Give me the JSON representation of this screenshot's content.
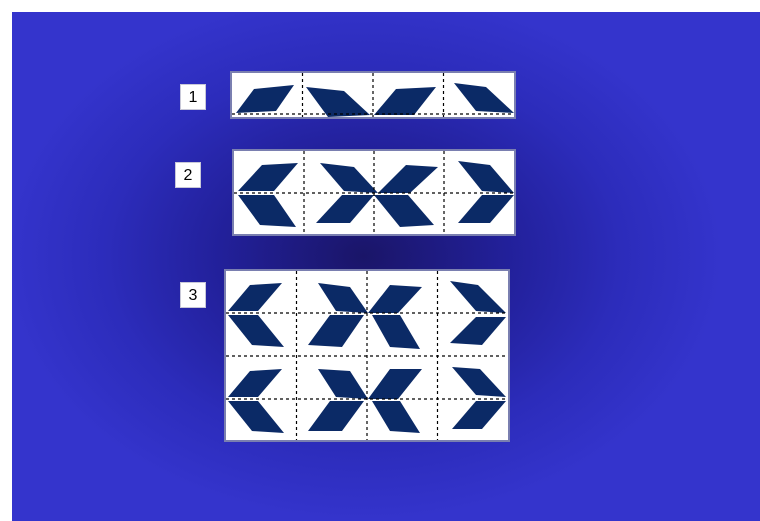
{
  "colors": {
    "background": "#3434cc",
    "shape": "#0b2a66",
    "cell": "#ffffff",
    "grid_line": "#000000"
  },
  "figures": [
    {
      "label": "1",
      "rows": 1,
      "cols": 4
    },
    {
      "label": "2",
      "rows": 2,
      "cols": 4
    },
    {
      "label": "3",
      "rows": 4,
      "cols": 4
    }
  ]
}
